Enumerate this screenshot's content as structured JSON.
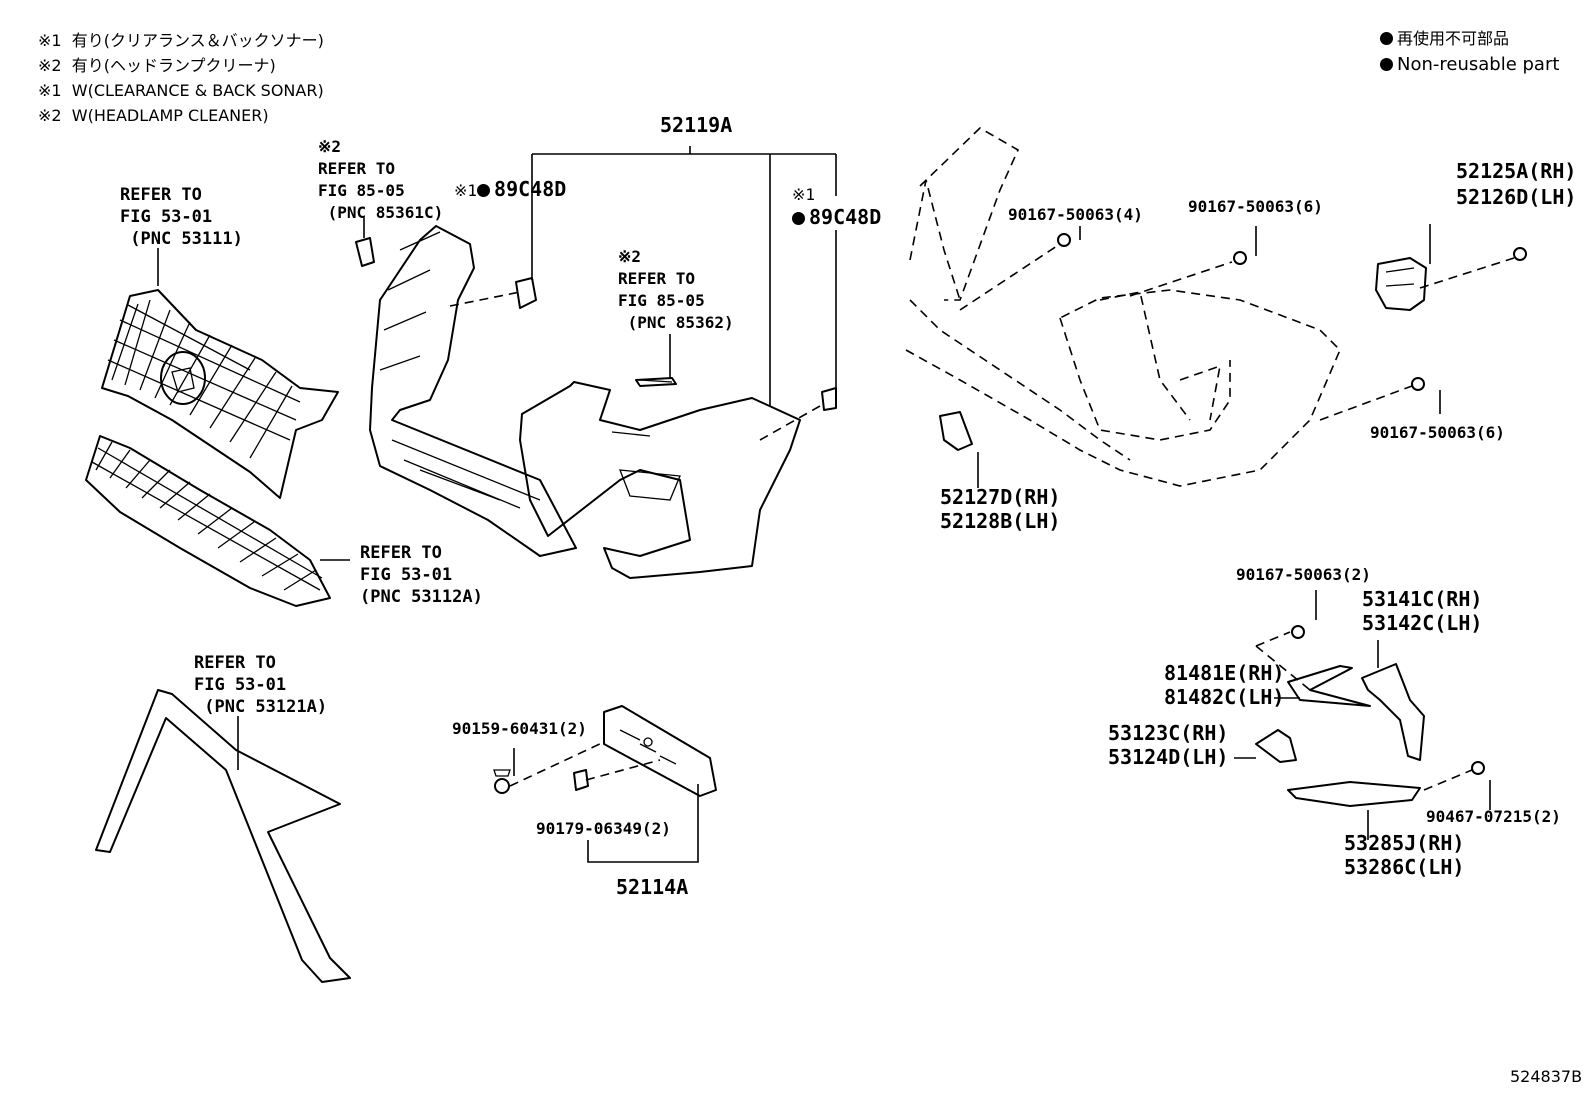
{
  "notes": {
    "jp1": "※1  有り(クリアランス＆バックソナー)",
    "jp2": "※2  有り(ヘッドランプクリーナ)",
    "en1": "※1  W(CLEARANCE & BACK SONAR)",
    "en2": "※2  W(HEADLAMP CLEANER)"
  },
  "legend": {
    "jp": "再使用不可部品",
    "en": "Non-reusable part"
  },
  "labels": {
    "ref_53111": "REFER TO\nFIG 53-01\n (PNC 53111)",
    "ref_85361c": "※2\nREFER TO\nFIG 85-05\n (PNC 85361C)",
    "p_52119a": "52119A",
    "s1_89c48d_a": "※1",
    "p_89c48d_a": "89C48D",
    "s1_89c48d_b": "※1",
    "p_89c48d_b": "89C48D",
    "ref_85362": "※2\nREFER TO\nFIG 85-05\n (PNC 85362)",
    "ref_53112a": "REFER TO\nFIG 53-01\n(PNC 53112A)",
    "ref_53121a": "REFER TO\nFIG 53-01\n (PNC 53121A)",
    "p_90159": "90159-60431(2)",
    "p_90179": "90179-06349(2)",
    "p_52114a": "52114A",
    "p_90167_4": "90167-50063(4)",
    "p_90167_6a": "90167-50063(6)",
    "p_52125a": "52125A(RH)",
    "p_52126d": "52126D(LH)",
    "p_90167_6b": "90167-50063(6)",
    "p_52127d": "52127D(RH)",
    "p_52128b": "52128B(LH)",
    "p_90167_2": "90167-50063(2)",
    "p_53141c": "53141C(RH)",
    "p_53142c": "53142C(LH)",
    "p_81481e": "81481E(RH)",
    "p_81482c": "81482C(LH)",
    "p_53123c": "53123C(RH)",
    "p_53124d": "53124D(LH)",
    "p_90467": "90467-07215(2)",
    "p_53285j": "53285J(RH)",
    "p_53286c": "53286C(LH)"
  },
  "diagram_id": "524837B"
}
